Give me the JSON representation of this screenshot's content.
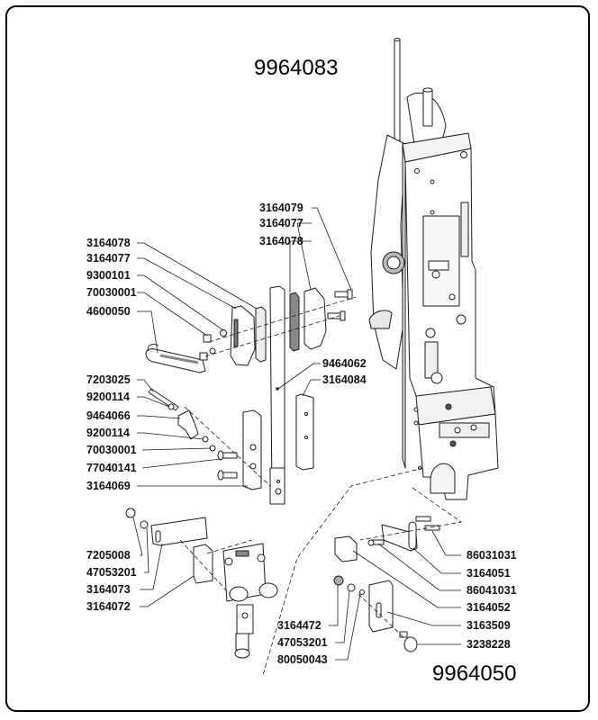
{
  "assemblies": {
    "upper": "9964083",
    "lower": "9964050"
  },
  "labels": {
    "top_center": [
      "3164079",
      "3164077",
      "3164078"
    ],
    "left_upper": [
      "3164078",
      "3164077",
      "9300101",
      "70030001",
      "4600050"
    ],
    "right_mid": [
      "9464062",
      "3164084"
    ],
    "left_mid": [
      "7203025",
      "9200114",
      "9464066",
      "9200114",
      "70030001",
      "77040141",
      "3164069"
    ],
    "left_lower": [
      "7205008",
      "47053201",
      "3164073",
      "3164072"
    ],
    "right_lower": [
      "86031031",
      "3164051",
      "86041031",
      "3164052",
      "3163509",
      "3238228"
    ],
    "center_lower": [
      "3164472",
      "47053201",
      "80050043"
    ]
  },
  "colors": {
    "line": "#1a1a1a",
    "frame": "#000000",
    "part_fill": "#ffffff",
    "shade": "#d9d9d9"
  }
}
